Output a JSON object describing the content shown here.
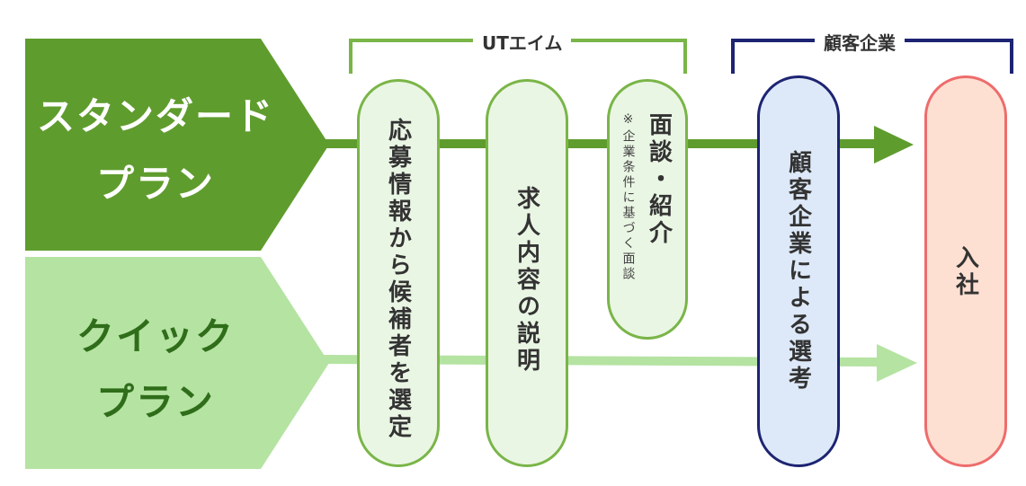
{
  "plans": {
    "standard": {
      "line1": "スタンダード",
      "line2": "プラン"
    },
    "quick": {
      "line1": "クイック",
      "line2": "プラン"
    }
  },
  "brackets": {
    "ut_aim": "UTエイム",
    "client": "顧客企業"
  },
  "steps": {
    "select_candidates": "応募情報から候補者を選定",
    "explain_job": "求人内容の説明",
    "interview_intro": "面談・紹介",
    "interview_note": "※企業条件に基づく面談",
    "client_selection": "顧客企業による選考",
    "hire": "入社"
  },
  "colors": {
    "standard_green": "#5f9c2e",
    "quick_green": "#b5e3a2",
    "ut_bracket": "#7ab548",
    "client_bracket": "#1d2472",
    "hire_border": "#ee6c6c"
  }
}
